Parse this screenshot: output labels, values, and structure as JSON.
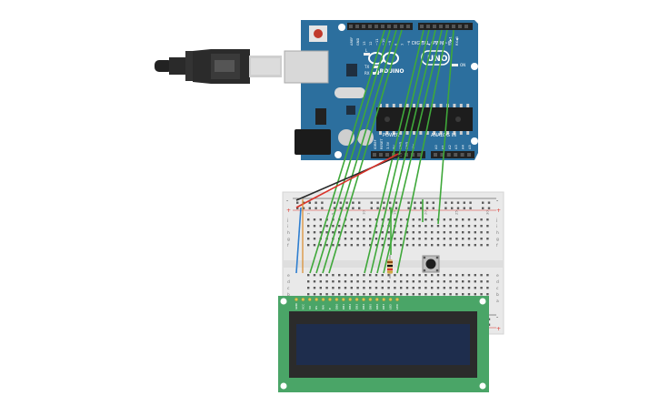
{
  "arduino": {
    "brand": "ARDUINO",
    "model": "UNO",
    "digital_header": "DIGITAL (PWM~)",
    "analog_header": "ANALOG IN",
    "power_header": "POWER",
    "on_led": "ON",
    "tx": "TX",
    "rx": "RX",
    "l_led": "L",
    "digital_pins": [
      "AREF",
      "GND",
      "13",
      "12",
      "~11",
      "~10",
      "~9",
      "8",
      "7",
      "~6",
      "~5",
      "4",
      "~3",
      "2",
      "TX▶1",
      "RX◀0"
    ],
    "power_pins": [
      "IOREF",
      "RESET",
      "3.3V",
      "5V",
      "GND",
      "GND",
      "Vin"
    ],
    "analog_pins": [
      "A0",
      "A1",
      "A2",
      "A3",
      "A4",
      "A5"
    ]
  },
  "breadboard": {
    "columns": [
      "1",
      "5",
      "10",
      "15",
      "20",
      "25",
      "30"
    ],
    "rows_top": [
      "j",
      "i",
      "h",
      "g",
      "f"
    ],
    "rows_bottom": [
      "e",
      "d",
      "c",
      "b",
      "a"
    ],
    "rail_plus": "+",
    "rail_minus": "-"
  },
  "lcd": {
    "pins": [
      "GND",
      "VCC",
      "V0",
      "RS",
      "RW",
      "E",
      "DB0",
      "DB1",
      "DB2",
      "DB3",
      "DB4",
      "DB5",
      "DB6",
      "DB7",
      "LED",
      "LED"
    ]
  },
  "colors": {
    "arduino_blue": "#2c6f9e",
    "breadboard": "#e9e9e9",
    "lcd_board": "#4aa567",
    "lcd_screen": "#1e2d4d",
    "wire_green": "#3fa83a",
    "wire_red": "#d9332a",
    "wire_black": "#2a2a2a",
    "wire_blue": "#2f7fd0"
  }
}
